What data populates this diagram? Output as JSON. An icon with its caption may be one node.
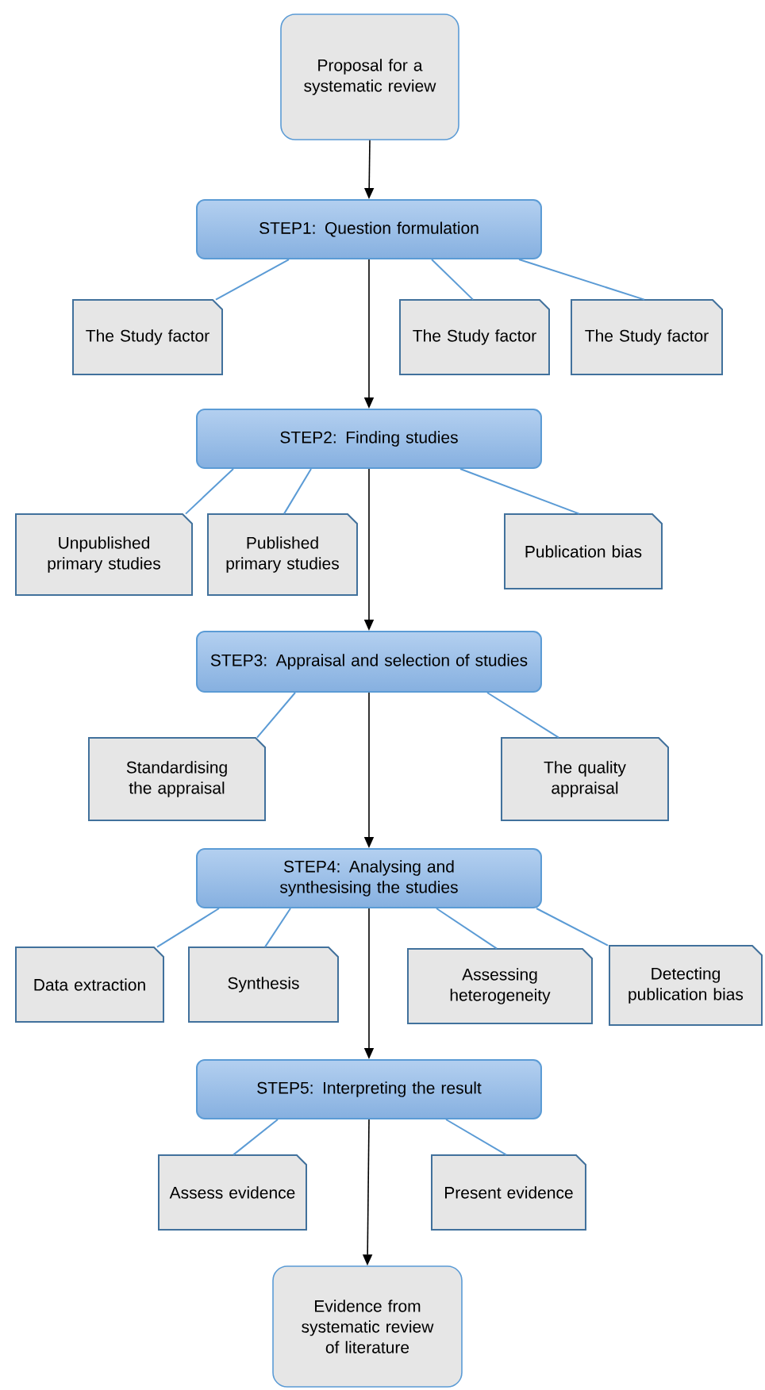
{
  "diagram": {
    "nodes": [
      {
        "text": [
          "Proposal for a systematic review"
        ]
      },
      {
        "text": [
          "STEP1: Question formulation"
        ]
      },
      {
        "text": [
          "The Study factor"
        ]
      },
      {
        "text": [
          "The Study factor"
        ]
      },
      {
        "text": [
          "The Study factor"
        ]
      },
      {
        "text": [
          "STEP2: Finding studies"
        ]
      },
      {
        "text": [
          "Unpublished primary studies"
        ]
      },
      {
        "text": [
          "Published primary studies"
        ]
      },
      {
        "text": [
          "Publication bias"
        ]
      },
      {
        "text": [
          "STEP3: Appraisal and selection of studies"
        ]
      },
      {
        "text": [
          "Standardising the appraisal"
        ]
      },
      {
        "text": [
          "The quality appraisal"
        ]
      },
      {
        "text": [
          "STEP4: Analysing and synthesising the studies"
        ]
      },
      {
        "text": [
          "Data extraction"
        ]
      },
      {
        "text": [
          "Synthesis"
        ]
      },
      {
        "text": [
          "Assessing heterogeneity"
        ]
      },
      {
        "text": [
          "Detecting publication bias"
        ]
      },
      {
        "text": [
          "STEP5: Interpreting the result"
        ]
      },
      {
        "text": [
          "Assess evidence"
        ]
      },
      {
        "text": [
          "Present evidence"
        ]
      },
      {
        "text": [
          "Evidence from systematic review of literature"
        ]
      }
    ],
    "edges": [
      {
        "from": 0,
        "to": 1,
        "arrow": "to",
        "color": "#000000"
      },
      {
        "from": 1,
        "to": 2,
        "arrow": "none"
      },
      {
        "from": 1,
        "to": 3,
        "arrow": "none"
      },
      {
        "from": 1,
        "to": 4,
        "arrow": "none"
      },
      {
        "from": 1,
        "to": 5,
        "arrow": "to",
        "color": "#000000"
      },
      {
        "from": 5,
        "to": 6,
        "arrow": "none"
      },
      {
        "from": 5,
        "to": 7,
        "arrow": "none"
      },
      {
        "from": 5,
        "to": 8,
        "arrow": "none"
      },
      {
        "from": 5,
        "to": 9,
        "arrow": "to",
        "color": "#000000"
      },
      {
        "from": 9,
        "to": 10,
        "arrow": "none"
      },
      {
        "from": 9,
        "to": 11,
        "arrow": "none"
      },
      {
        "from": 9,
        "to": 12,
        "arrow": "to",
        "color": "#000000"
      },
      {
        "from": 12,
        "to": 13,
        "arrow": "none"
      },
      {
        "from": 12,
        "to": 14,
        "arrow": "none"
      },
      {
        "from": 12,
        "to": 15,
        "arrow": "none"
      },
      {
        "from": 12,
        "to": 16,
        "arrow": "none"
      },
      {
        "from": 12,
        "to": 17,
        "arrow": "to",
        "color": "#000000"
      },
      {
        "from": 17,
        "to": 18,
        "arrow": "none"
      },
      {
        "from": 17,
        "to": 19,
        "arrow": "none"
      },
      {
        "from": 17,
        "to": 20,
        "arrow": "to",
        "color": "#000000"
      }
    ]
  }
}
